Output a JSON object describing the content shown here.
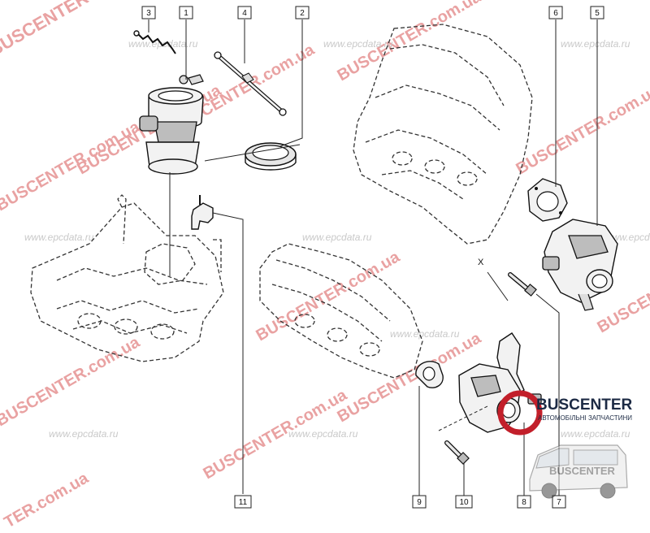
{
  "watermarks": {
    "red": [
      "BUSCENTER",
      "BUSCENTER.com.ua",
      "BUSCENTER.com.ua",
      "BUSCENTER.com.ua",
      "BUSCENTER.com.ua",
      "BUSCENTER.com.ua",
      "BUSCENTER.com.ua",
      "BUSCENTER.com.ua",
      "BUSCENTER.com.ua",
      "BUSCENTER.com.ua",
      "BUSCENTER.com.ua",
      "TER.com.ua"
    ],
    "grey": [
      "www.epcdata.ru",
      "www.epcdata.ru",
      "www.epcdata.ru",
      "www.epcdata.ru",
      "www.epcdata.ru",
      "www.epcdata.ru",
      "www.epcdata.ru",
      "www.epcdata.ru",
      "www.epcdata.ru",
      "www.epcdata.ru"
    ]
  },
  "callouts": [
    "1",
    "2",
    "3",
    "4",
    "5",
    "6",
    "7",
    "8",
    "9",
    "10",
    "11"
  ],
  "dimension_label": "X",
  "brand": {
    "name": "BUSCENTER",
    "tagline": "АВТОМОБІЛЬНІ ЗАПЧАСТИНИ",
    "stamp": "BUSCENTER"
  }
}
